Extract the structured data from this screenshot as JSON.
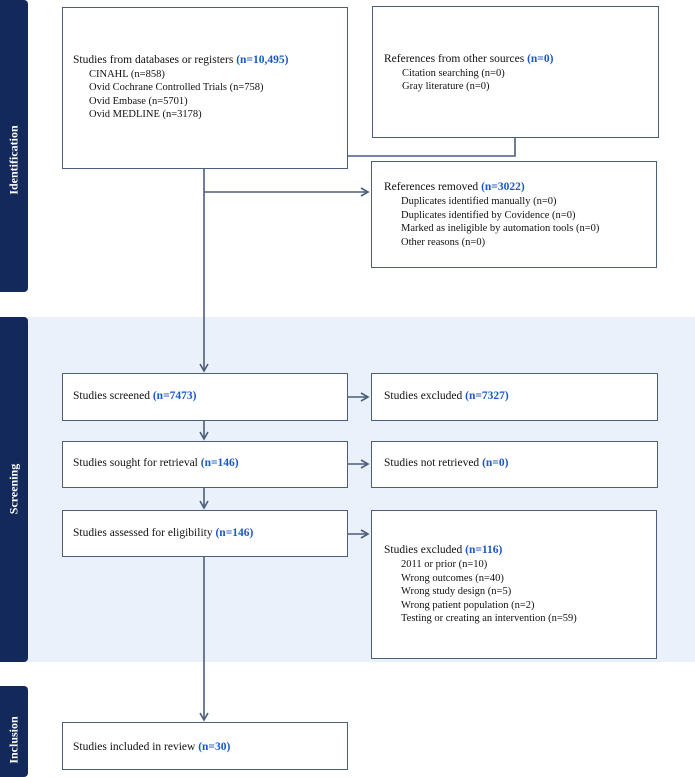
{
  "phases": {
    "identification": "Identification",
    "screening": "Screening",
    "inclusion": "Inclusion"
  },
  "boxes": {
    "databases": {
      "label": "Studies from databases or registers",
      "count": "(n=10,495)",
      "items": [
        "CINAHL (n=858)",
        "Ovid Cochrane Controlled Trials (n=758)",
        "Ovid Embase (n=5701)",
        "Ovid MEDLINE (n=3178)"
      ]
    },
    "other_sources": {
      "label": "References from other sources",
      "count": "(n=0)",
      "items": [
        "Citation searching (n=0)",
        "Gray literature (n=0)"
      ]
    },
    "removed": {
      "label": "References removed",
      "count": "(n=3022)",
      "items": [
        "Duplicates identified manually (n=0)",
        "Duplicates identified by Covidence (n=0)",
        "Marked as ineligible by automation tools (n=0)",
        "Other reasons (n=0)"
      ]
    },
    "screened": {
      "label": "Studies screened",
      "count": "(n=7473)"
    },
    "excluded_screen": {
      "label": "Studies excluded",
      "count": "(n=7327)"
    },
    "retrieval": {
      "label": "Studies sought for retrieval",
      "count": "(n=146)"
    },
    "not_retrieved": {
      "label": "Studies not retrieved",
      "count": "(n=0)"
    },
    "eligibility": {
      "label": "Studies assessed for eligibility",
      "count": "(n=146)"
    },
    "excluded_full": {
      "label": "Studies excluded",
      "count": "(n=116)",
      "items": [
        "2011 or prior (n=10)",
        "Wrong outcomes (n=40)",
        "Wrong study design (n=5)",
        "Wrong patient population (n=2)",
        "Testing or creating an intervention (n=59)"
      ]
    },
    "included": {
      "label": "Studies included in review",
      "count": "(n=30)"
    }
  },
  "colors": {
    "phase_bar": "#13295c",
    "count_text": "#1a57c7",
    "box_border": "#4b5e7a",
    "screening_band": "#eaf1fb",
    "arrow": "#4b5e7a"
  }
}
